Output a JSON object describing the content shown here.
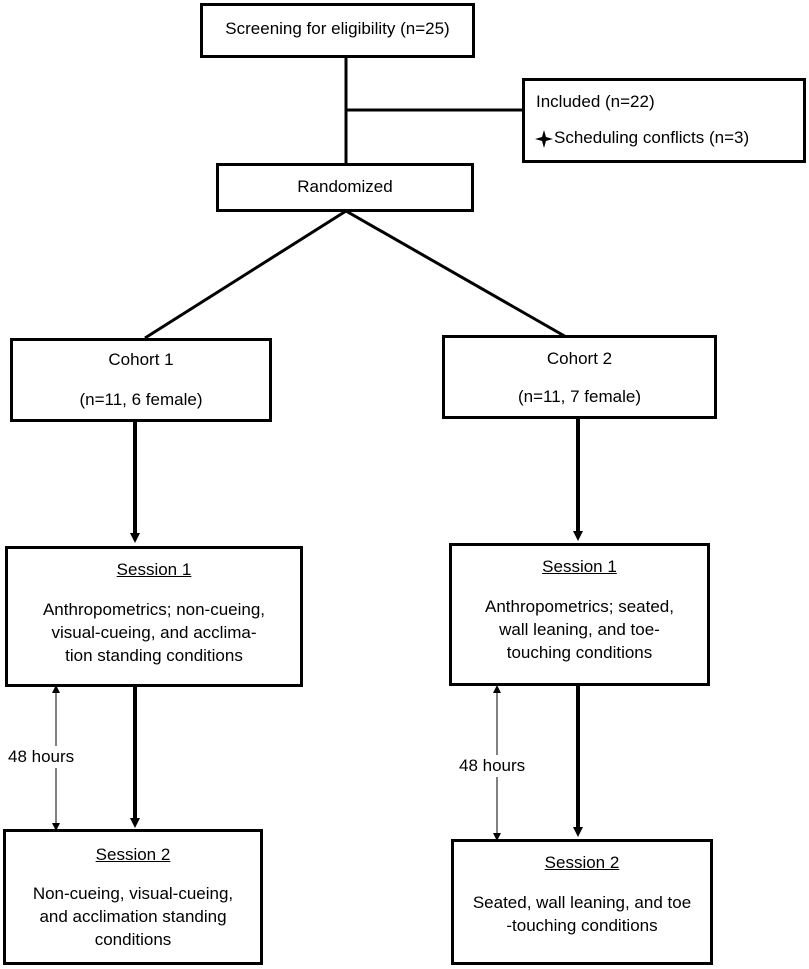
{
  "screening": {
    "label": "Screening for eligibility (n=25)"
  },
  "included": {
    "label": "Included (n=22)",
    "excluded_label": "Scheduling conflicts (n=3)",
    "excluded_icon": "four-point-star-icon"
  },
  "randomized": {
    "label": "Randomized"
  },
  "cohort1": {
    "title": "Cohort 1",
    "count": "(n=11, 6 female)",
    "session1": {
      "title": "Session 1",
      "lines": [
        "Anthropometrics; non-cueing,",
        "visual-cueing, and acclima-",
        "tion standing conditions"
      ]
    },
    "interval": "48 hours",
    "session2": {
      "title": "Session 2",
      "lines": [
        "Non-cueing, visual-cueing,",
        "and acclimation standing",
        "conditions"
      ]
    }
  },
  "cohort2": {
    "title": "Cohort 2",
    "count": "(n=11, 7 female)",
    "session1": {
      "title": "Session 1",
      "lines": [
        "Anthropometrics; seated,",
        "wall leaning, and toe-",
        "touching conditions"
      ]
    },
    "interval": "48 hours",
    "session2": {
      "title": "Session 2",
      "lines": [
        "Seated, wall leaning, and toe",
        "-touching conditions"
      ]
    }
  }
}
